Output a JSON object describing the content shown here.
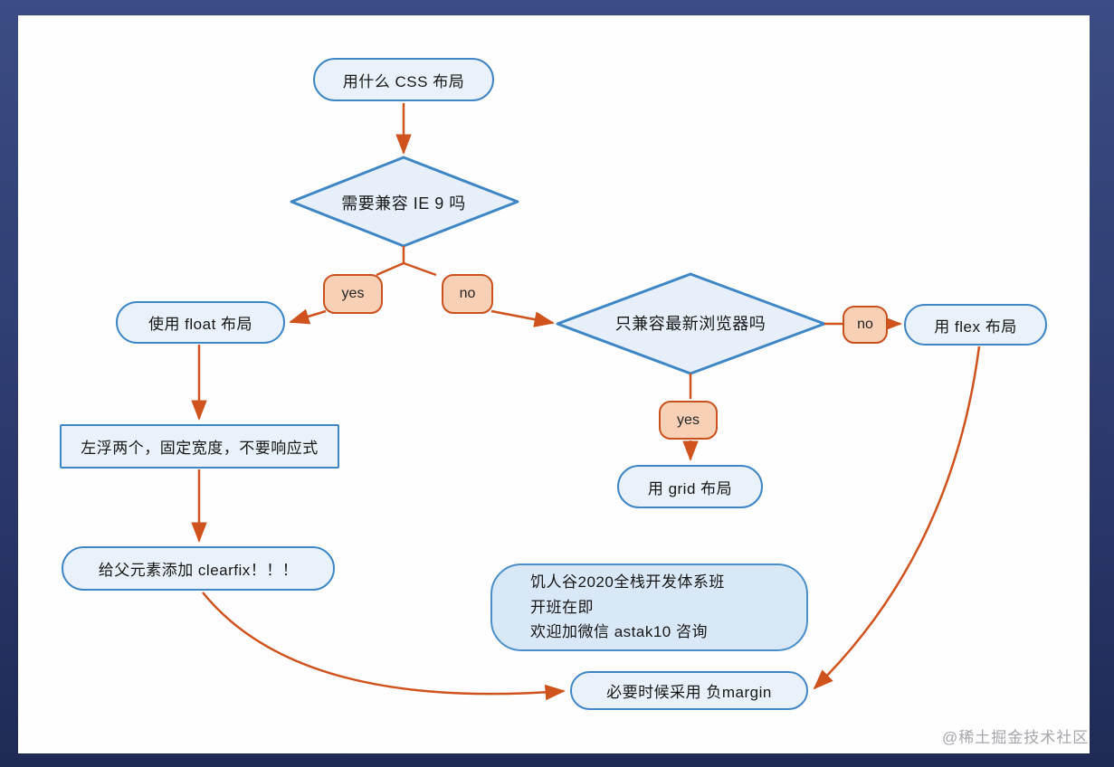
{
  "flowchart": {
    "start": "用什么 CSS 布局",
    "decision_ie9": "需要兼容 IE 9 吗",
    "label_yes_ie9": "yes",
    "label_no_ie9": "no",
    "use_float": "使用 float 布局",
    "decision_modern": "只兼容最新浏览器吗",
    "label_no_modern": "no",
    "use_flex": "用 flex 布局",
    "label_yes_modern": "yes",
    "use_grid": "用 grid 布局",
    "float_detail": "左浮两个，固定宽度，不要响应式",
    "clearfix": "给父元素添加 clearfix！！！",
    "neg_margin": "必要时候采用 负margin",
    "note": {
      "line1": "饥人谷2020全栈开发体系班",
      "line2": "开班在即",
      "line3": "欢迎加微信 astak10 咨询"
    }
  },
  "watermark": "@稀土掘金技术社区",
  "colors": {
    "node_border_blue": "#3e86c6",
    "node_fill_blue": "#e9f1fa",
    "note_fill_blue": "#d9e8f7",
    "connector_orange": "#d0521c",
    "tag_fill_peach": "#f8d0b5",
    "tag_border_orange": "#c8511d",
    "background_navy_top": "#3a4d84",
    "background_navy_bottom": "#1f2a56",
    "canvas_white": "#fefefe",
    "watermark_gray": "#a6a6ac"
  }
}
